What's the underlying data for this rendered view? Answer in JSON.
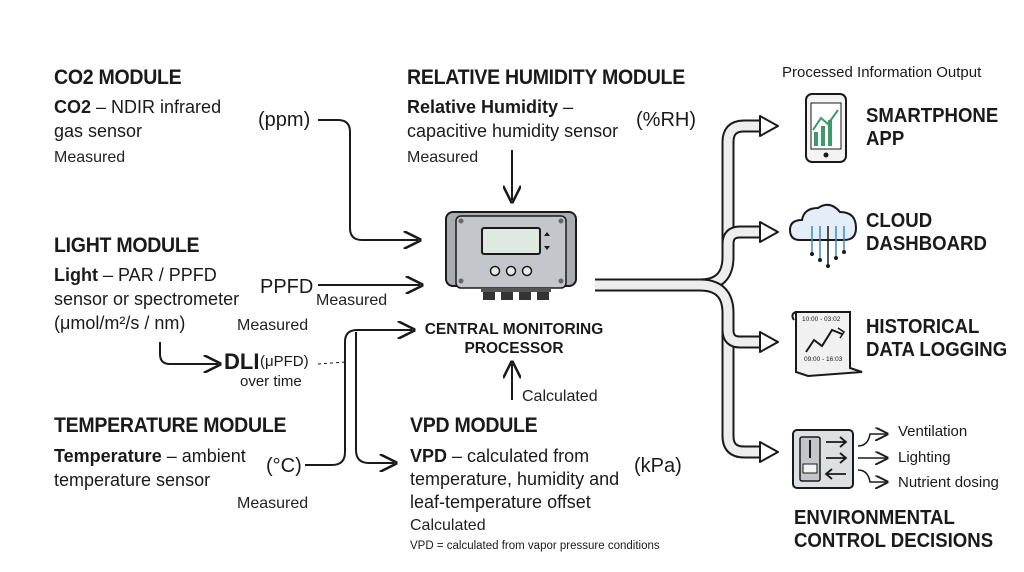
{
  "co2": {
    "title": "CO2 MODULE",
    "name": "CO2",
    "desc_1": "– NDIR infrared",
    "desc_2": "gas sensor",
    "status": "Measured",
    "unit": "(ppm)"
  },
  "rh": {
    "title": "RELATIVE HUMIDITY MODULE",
    "name": "Relative Humidity",
    "desc_1": "–",
    "desc_2": "capacitive humidity sensor",
    "status": "Measured",
    "unit": "(%RH)"
  },
  "light": {
    "title": "LIGHT MODULE",
    "name": "Light",
    "desc_1": "– PAR / PPFD",
    "desc_2": "sensor or spectrometer",
    "desc_3": "(μmol/m²/s / nm)",
    "status": "Measured",
    "unit": "PPFD",
    "arrow_label": "Measured"
  },
  "dli": {
    "name": "DLI",
    "unit": "(μPFD)",
    "note": "over time"
  },
  "temp": {
    "title": "TEMPERATURE MODULE",
    "name": "Temperature",
    "desc_1": "– ambient",
    "desc_2": "temperature sensor",
    "status": "Measured",
    "unit": "(°C)"
  },
  "vpd": {
    "title": "VPD MODULE",
    "name": "VPD",
    "desc_1": "– calculated from",
    "desc_2": "temperature, humidity and",
    "desc_3": "leaf-temperature offset",
    "status": "Calculated",
    "unit": "(kPa)",
    "arrow_label": "Calculated",
    "footnote": "VPD = calculated from vapor pressure conditions"
  },
  "processor": {
    "line_1": "CENTRAL MONITORING",
    "line_2": "PROCESSOR"
  },
  "outputs": {
    "header": "Processed Information Output",
    "smartphone": {
      "line_1": "SMARTPHONE",
      "line_2": "APP",
      "icon": "smartphone-icon"
    },
    "cloud": {
      "line_1": "CLOUD",
      "line_2": "DASHBOARD",
      "icon": "cloud-icon"
    },
    "history": {
      "line_1": "HISTORICAL",
      "line_2": "DATA LOGGING",
      "icon": "scroll-chart-icon",
      "time_1": "10:00 - 03:02",
      "time_2": "09:00 - 16:03"
    },
    "control": {
      "line_1": "ENVIRONMENTAL",
      "line_2": "CONTROL DECISIONS",
      "icon": "control-panel-icon",
      "actions": [
        "Ventilation",
        "Lighting",
        "Nutrient dosing"
      ]
    }
  },
  "colors": {
    "ink": "#1a1a1a",
    "pipe": "#e8e8e8",
    "device": "#b9bdc1",
    "accent_green": "#3c9a6a",
    "accent_blue": "#3f88c5"
  }
}
